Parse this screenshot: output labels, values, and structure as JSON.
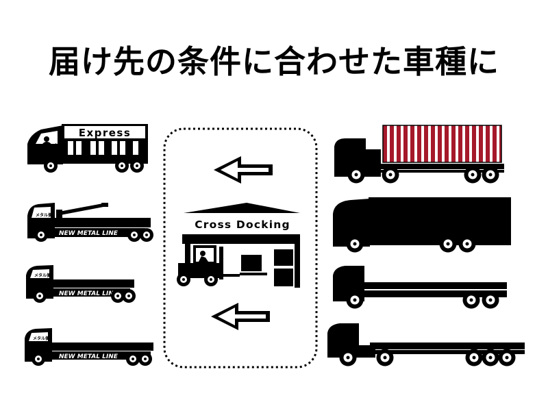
{
  "slide": {
    "title": "届け先の条件に合わせた車種に"
  },
  "labels": {
    "express": "Express",
    "metal_line": "NEW METAL LINE",
    "metal_badge": "メタル便",
    "cross_docking": "Cross Docking"
  },
  "colors": {
    "ink": "#000000",
    "background": "#ffffff",
    "container_stripe": "#a5192b"
  },
  "icons": {
    "arrows": [
      "arrow-left-icon",
      "arrow-left-icon"
    ],
    "hub": "cross-docking-warehouse-icon",
    "forklift": "forklift-icon",
    "small_trucks": [
      "express-box-truck-icon",
      "crane-truck-icon",
      "flatbed-truck-icon",
      "flatbed-truck-icon"
    ],
    "large_trucks": [
      "container-trailer-truck-icon",
      "large-box-truck-icon",
      "large-flatbed-truck-icon",
      "flatbed-trailer-truck-icon"
    ]
  }
}
